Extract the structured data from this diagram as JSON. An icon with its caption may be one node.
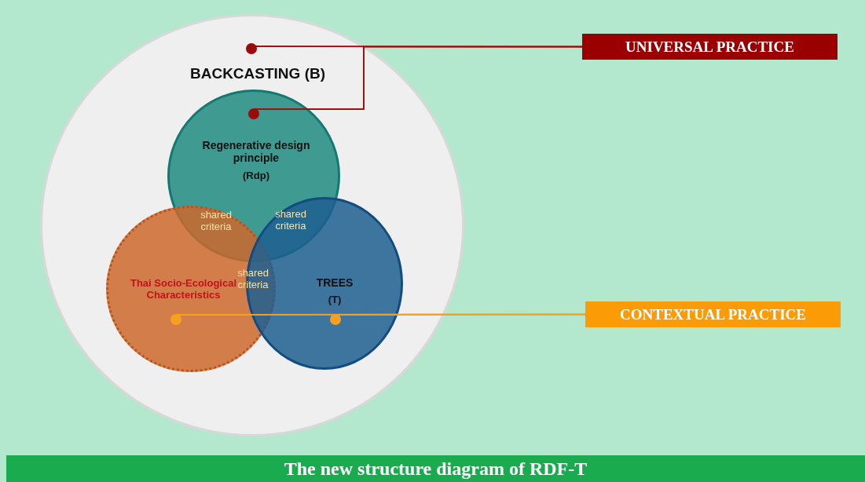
{
  "diagram": {
    "caption": "The new structure diagram of RDF-T",
    "nodes": [
      {
        "text": [
          "BACKCASTING (B)"
        ]
      },
      {
        "text": [
          "Regenerative design principle",
          "(Rdp)"
        ],
        "in": 0
      },
      {
        "text": [
          "Thai Socio-Ecological Characteristics"
        ],
        "in": 0
      },
      {
        "text": [
          "TREES",
          "(T)"
        ],
        "in": 0
      },
      {
        "text": [],
        "shape": "circle",
        "in": 0
      },
      {
        "text": [],
        "shape": "circle",
        "in": 1
      },
      {
        "text": [],
        "shape": "circle",
        "in": 2
      },
      {
        "text": [],
        "shape": "circle",
        "in": 3
      },
      {
        "text": [
          "UNIVERSAL PRACTICE"
        ]
      },
      {
        "text": [
          "CONTEXTUAL PRACTICE"
        ]
      }
    ],
    "edges": [
      {
        "from": 8,
        "to": 4,
        "arrow": "none",
        "color": "#a01010"
      },
      {
        "from": 8,
        "to": 5,
        "arrow": "none",
        "color": "#a01010"
      },
      {
        "from": 9,
        "to": 6,
        "arrow": "none",
        "color": "#f5a020"
      },
      {
        "from": 9,
        "to": 7,
        "arrow": "none",
        "color": "#f5a020"
      }
    ],
    "labels": [
      "shared criteria",
      "shared criteria",
      "shared criteria"
    ]
  }
}
